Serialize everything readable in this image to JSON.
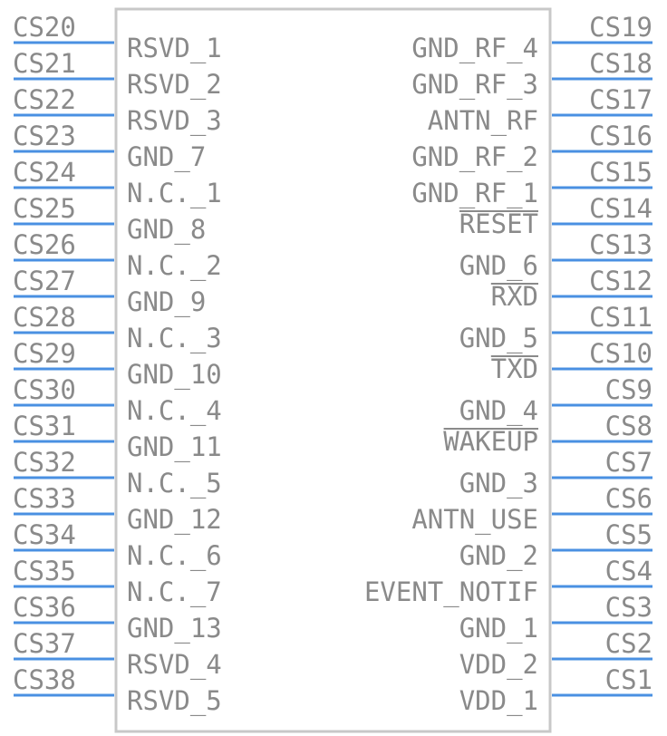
{
  "component": {
    "left_pins": [
      {
        "number": "CS20",
        "name": "RSVD_1"
      },
      {
        "number": "CS21",
        "name": "RSVD_2"
      },
      {
        "number": "CS22",
        "name": "RSVD_3"
      },
      {
        "number": "CS23",
        "name": "GND_7"
      },
      {
        "number": "CS24",
        "name": "N.C._1"
      },
      {
        "number": "CS25",
        "name": "GND_8"
      },
      {
        "number": "CS26",
        "name": "N.C._2"
      },
      {
        "number": "CS27",
        "name": "GND_9"
      },
      {
        "number": "CS28",
        "name": "N.C._3"
      },
      {
        "number": "CS29",
        "name": "GND_10"
      },
      {
        "number": "CS30",
        "name": "N.C._4"
      },
      {
        "number": "CS31",
        "name": "GND_11"
      },
      {
        "number": "CS32",
        "name": "N.C._5"
      },
      {
        "number": "CS33",
        "name": "GND_12"
      },
      {
        "number": "CS34",
        "name": "N.C._6"
      },
      {
        "number": "CS35",
        "name": "N.C._7"
      },
      {
        "number": "CS36",
        "name": "GND_13"
      },
      {
        "number": "CS37",
        "name": "RSVD_4"
      },
      {
        "number": "CS38",
        "name": "RSVD_5"
      }
    ],
    "right_pins": [
      {
        "number": "CS19",
        "name": "GND_RF_4",
        "overbar": false
      },
      {
        "number": "CS18",
        "name": "GND_RF_3",
        "overbar": false
      },
      {
        "number": "CS17",
        "name": "ANTN_RF",
        "overbar": false
      },
      {
        "number": "CS16",
        "name": "GND_RF_2",
        "overbar": false
      },
      {
        "number": "CS15",
        "name": "GND_RF_1",
        "overbar": false
      },
      {
        "number": "CS14",
        "name": "RESET",
        "overbar": true
      },
      {
        "number": "CS13",
        "name": "GND_6",
        "overbar": false
      },
      {
        "number": "CS12",
        "name": "RXD",
        "overbar": true
      },
      {
        "number": "CS11",
        "name": "GND_5",
        "overbar": false
      },
      {
        "number": "CS10",
        "name": "TXD",
        "overbar": true
      },
      {
        "number": "CS9",
        "name": "GND_4",
        "overbar": false
      },
      {
        "number": "CS8",
        "name": "WAKEUP",
        "overbar": true
      },
      {
        "number": "CS7",
        "name": "GND_3",
        "overbar": false
      },
      {
        "number": "CS6",
        "name": "ANTN_USE",
        "overbar": false
      },
      {
        "number": "CS5",
        "name": "GND_2",
        "overbar": false
      },
      {
        "number": "CS4",
        "name": "EVENT_NOTIF",
        "overbar": false
      },
      {
        "number": "CS3",
        "name": "GND_1",
        "overbar": false
      },
      {
        "number": "CS2",
        "name": "VDD_2",
        "overbar": false
      },
      {
        "number": "CS1",
        "name": "VDD_1",
        "overbar": false
      }
    ],
    "colors": {
      "pin_line": "#4a90e2",
      "text": "#8a8a8a",
      "body_outline": "#c8c8c8"
    }
  }
}
